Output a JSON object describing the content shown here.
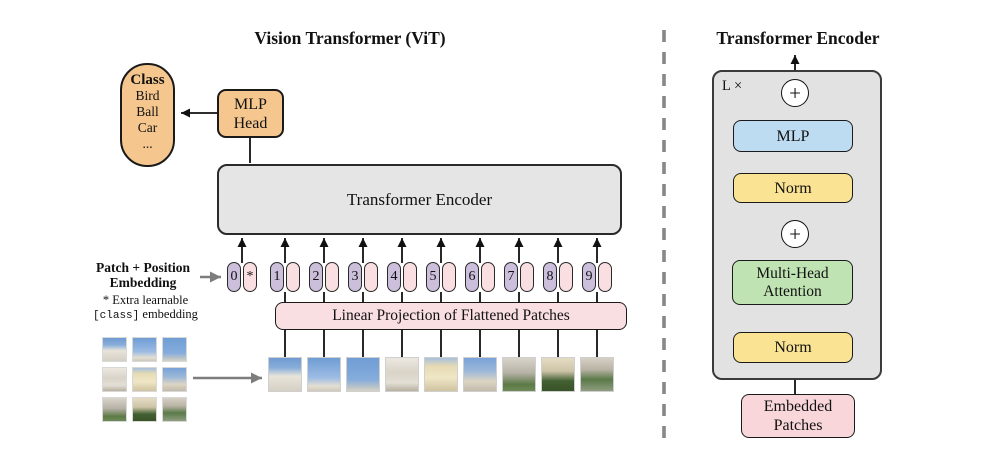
{
  "left": {
    "title": "Vision Transformer (ViT)",
    "class_pill": {
      "heading": "Class",
      "items": [
        "Bird",
        "Ball",
        "Car",
        "..."
      ]
    },
    "mlp_head": {
      "line1": "MLP",
      "line2": "Head"
    },
    "transformer_encoder_label": "Transformer Encoder",
    "patch_position_embedding": {
      "line1": "Patch + Position",
      "line2": "Embedding"
    },
    "footnote": {
      "line1": "* Extra learnable",
      "code": "[class]",
      "rest": " embedding"
    },
    "linear_projection_label": "Linear Projection of Flattened Patches",
    "tokens": [
      {
        "label": "0",
        "patch_mark": "*"
      },
      {
        "label": "1",
        "patch_mark": ""
      },
      {
        "label": "2",
        "patch_mark": ""
      },
      {
        "label": "3",
        "patch_mark": ""
      },
      {
        "label": "4",
        "patch_mark": ""
      },
      {
        "label": "5",
        "patch_mark": ""
      },
      {
        "label": "6",
        "patch_mark": ""
      },
      {
        "label": "7",
        "patch_mark": ""
      },
      {
        "label": "8",
        "patch_mark": ""
      },
      {
        "label": "9",
        "patch_mark": ""
      }
    ]
  },
  "right": {
    "title": "Transformer Encoder",
    "loop_label": "L ×",
    "plus_symbol": "+",
    "mlp_label": "MLP",
    "norm1_label": "Norm",
    "mha": {
      "line1": "Multi-Head",
      "line2": "Attention"
    },
    "norm2_label": "Norm",
    "embedded_patches": {
      "line1": "Embedded",
      "line2": "Patches"
    }
  },
  "colors": {
    "orange": "#F5C78E",
    "box_gray": "#E5E5E5",
    "container_gray": "#E2E2E2",
    "pink_light": "#F9DEE2",
    "pink_medium": "#F8D6DA",
    "purple": "#CBBFDC",
    "blue": "#BDDCF2",
    "yellow": "#FAE393",
    "green": "#BFE3B2",
    "divider_gray": "#878787",
    "arrow_gray": "#7d7d7d"
  },
  "patches": [
    {
      "css": "linear-gradient(180deg, #6f9bd2 0%, #89aeda 30%, #e8e4da 55%, #d5d0c4 100%)"
    },
    {
      "css": "linear-gradient(180deg, #6f9dd4 0%, #9dbce4 60%, #e3ded2 85%, #cfc9bb 100%)"
    },
    {
      "css": "linear-gradient(180deg, #6f9dd4 0%, #85acdc 65%, #b9c3c8 88%, #d8d3c6 100%)"
    },
    {
      "css": "linear-gradient(180deg, #ece8e0 0%, #d9d3c8 45%, #e4dfd5 75%, #b8b1a2 100%)"
    },
    {
      "css": "linear-gradient(180deg, #a8c0dc 0%, #e6dbb4 25%, #efe6c6 60%, #cfc3a0 100%)"
    },
    {
      "css": "linear-gradient(180deg, #7aa3d8 0%, #9db8d8 40%, #dcd5c4 70%, #c3bbaa 100%)"
    },
    {
      "css": "linear-gradient(180deg, #d9d4ca 0%, #b7b2a6 45%, #5c7a46 80%, #6e8a58 100%)"
    },
    {
      "css": "linear-gradient(180deg, #e5dcc4 0%, #cdc3a6 40%, #426032 70%, #395328 100%)"
    },
    {
      "css": "linear-gradient(180deg, #d6d0c5 0%, #b9b3a5 35%, #5a7a48 65%, #8f9d80 100%)"
    }
  ]
}
